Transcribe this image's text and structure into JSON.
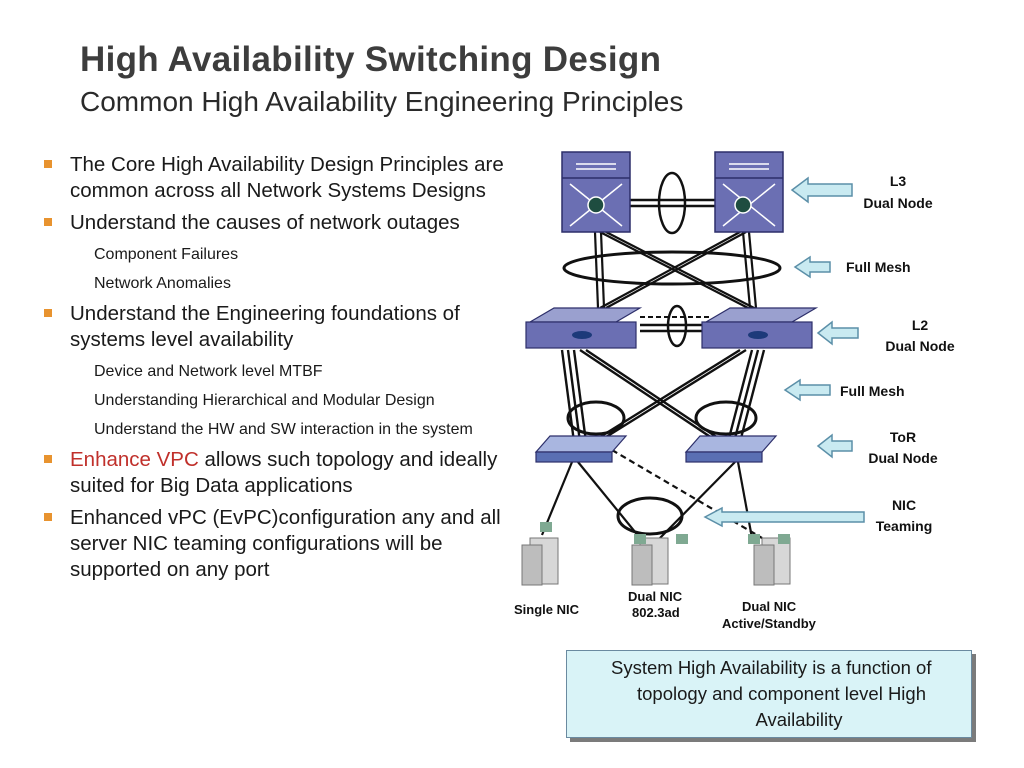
{
  "title": "High Availability Switching Design",
  "subtitle": "Common High Availability Engineering Principles",
  "bullets": [
    {
      "text": "The Core High Availability Design Principles are common across all Network Systems Designs"
    },
    {
      "text": "Understand the causes of network outages",
      "subs": [
        "Component Failures",
        "Network Anomalies"
      ]
    },
    {
      "text": "Understand the Engineering foundations of systems level availability",
      "subs": [
        "Device and Network level MTBF",
        "Understanding Hierarchical and Modular Design",
        "Understand the HW and SW interaction in the system"
      ]
    },
    {
      "highlight": "Enhance VPC",
      "text": " allows such topology and ideally suited for Big Data applications"
    },
    {
      "text": "Enhanced vPC (EvPC)configuration any and all server NIC teaming configurations will be supported on any port"
    }
  ],
  "diagram": {
    "labels": {
      "l3": [
        "L3",
        "Dual Node"
      ],
      "full_mesh_1": "Full Mesh",
      "l2": [
        "L2",
        "Dual Node"
      ],
      "full_mesh_2": "Full Mesh",
      "tor": [
        "ToR",
        "Dual Node"
      ],
      "nic": [
        "NIC",
        "Teaming"
      ]
    },
    "servers": {
      "single": "Single NIC",
      "dual_8023ad": [
        "Dual NIC",
        "802.3ad"
      ],
      "dual_active": [
        "Dual NIC",
        "Active/Standby"
      ]
    },
    "colors": {
      "core_switch": "#6b6fb3",
      "arrow_fill": "#c9eaf1",
      "arrow_stroke": "#5b8fa8",
      "bullet_mark": "#e8932f",
      "highlight": "#c0302b"
    }
  },
  "info_box": [
    "System High Availability is a function of",
    "topology and component level High",
    "Availability"
  ]
}
